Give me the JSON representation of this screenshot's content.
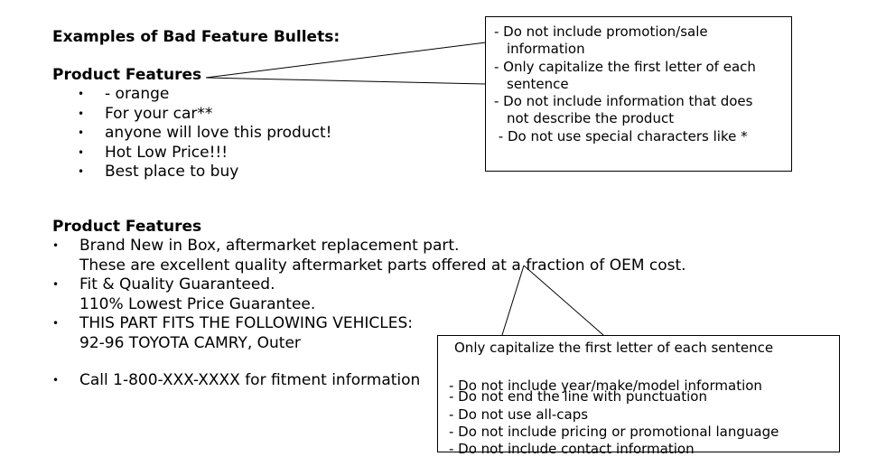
{
  "title": "Examples of Bad Feature Bullets:",
  "bad_example": {
    "heading": "Product Features",
    "bullet_symbol": "•",
    "items": [
      "- orange",
      "For your car**",
      "anyone will love this product!",
      "Hot Low Price!!!",
      "Best place to buy"
    ]
  },
  "second_example": {
    "heading": "Product Features",
    "bullet_symbol": "•",
    "items": [
      {
        "line1": "Brand New in Box, aftermarket replacement part.",
        "line2": "These are excellent quality aftermarket parts offered at a fraction of OEM cost."
      },
      {
        "line1": "Fit & Quality Guaranteed.",
        "line2": "110% Lowest Price Guarantee."
      },
      {
        "line1": "THIS PART FITS THE FOLLOWING VEHICLES:",
        "line2": "92-96 TOYOTA CAMRY, Outer"
      },
      {
        "line1": "Call 1-800-XXX-XXXX for fitment information",
        "line2": ""
      }
    ]
  },
  "callout_top": {
    "lines": [
      {
        "text": "- Do not include promotion/sale",
        "indent": false
      },
      {
        "text": "information",
        "indent": true
      },
      {
        "text": "- Only capitalize the first letter of each",
        "indent": false
      },
      {
        "text": "sentence",
        "indent": true
      },
      {
        "text": "- Do not include information that does",
        "indent": false
      },
      {
        "text": "not describe the product",
        "indent": true
      },
      {
        "text": " - Do not use special characters like *",
        "indent": false
      }
    ]
  },
  "callout_bottom": {
    "title": "Only capitalize the first letter of each sentence",
    "lines": [
      "- Do not include year/make/model information",
      "- Do not end the line with punctuation",
      "- Do not use all-caps",
      "- Do not include pricing or promotional language",
      "- Do not include contact information"
    ]
  }
}
